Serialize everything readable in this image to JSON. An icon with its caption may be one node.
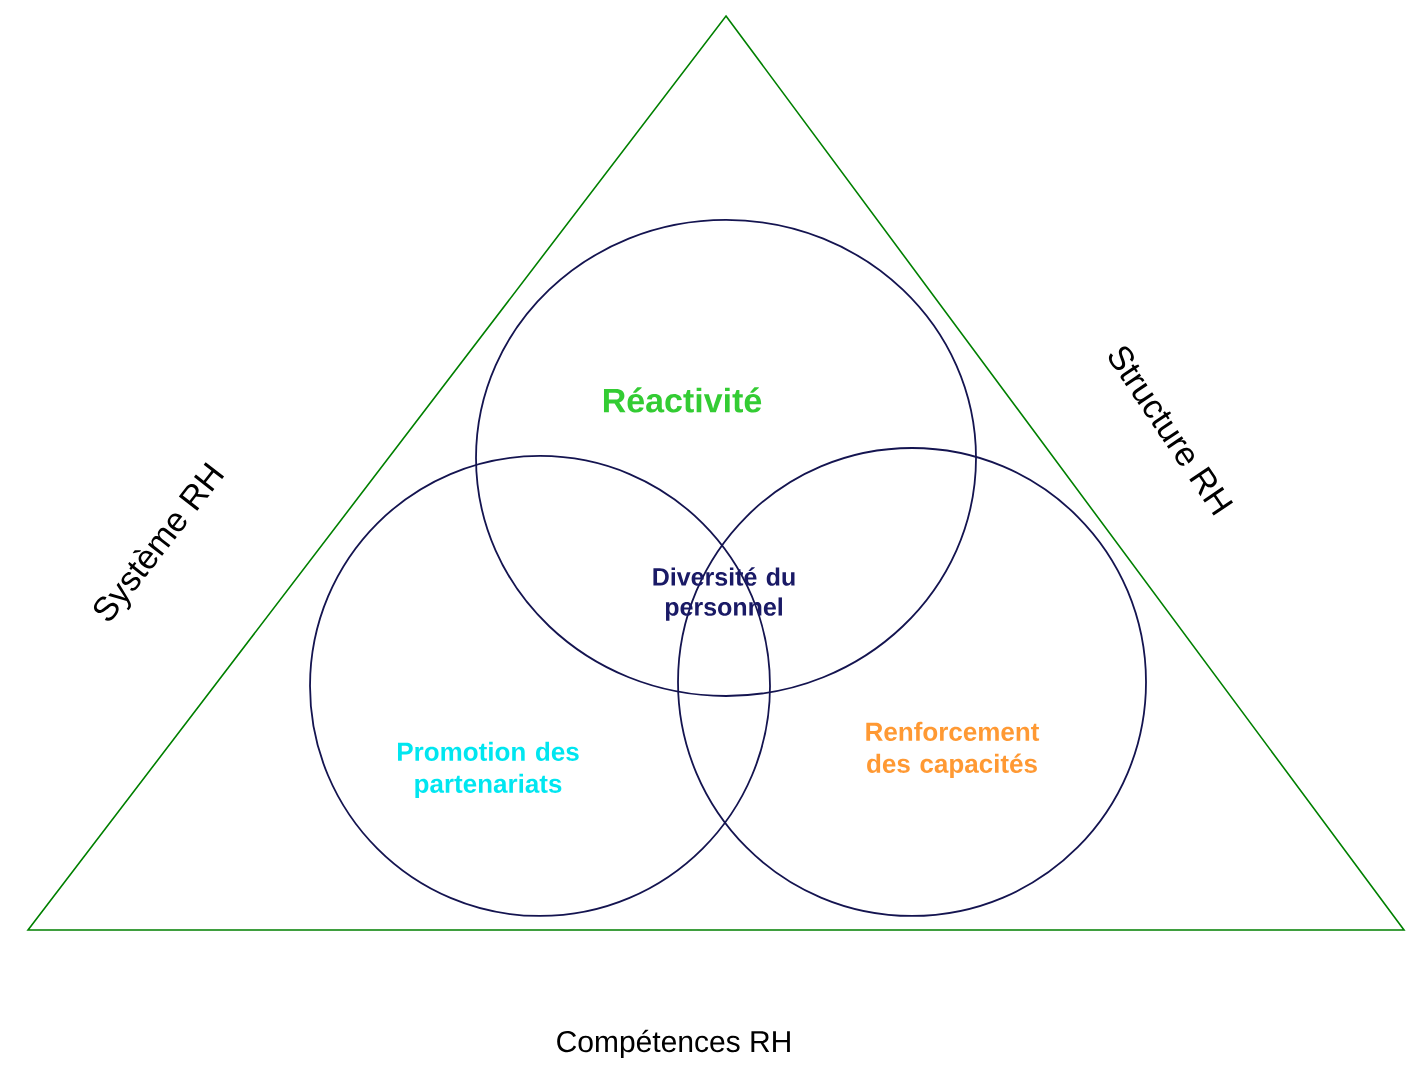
{
  "diagram": {
    "nodes": [
      {
        "text": [
          "Réactivité"
        ]
      },
      {
        "text": [
          "Promotion des partenariats"
        ]
      },
      {
        "text": [
          "Renforcement des capacités"
        ]
      }
    ],
    "labels": [
      "Structure RH",
      "Système RH",
      "Diversité du personnel",
      "Compétences RH"
    ]
  }
}
